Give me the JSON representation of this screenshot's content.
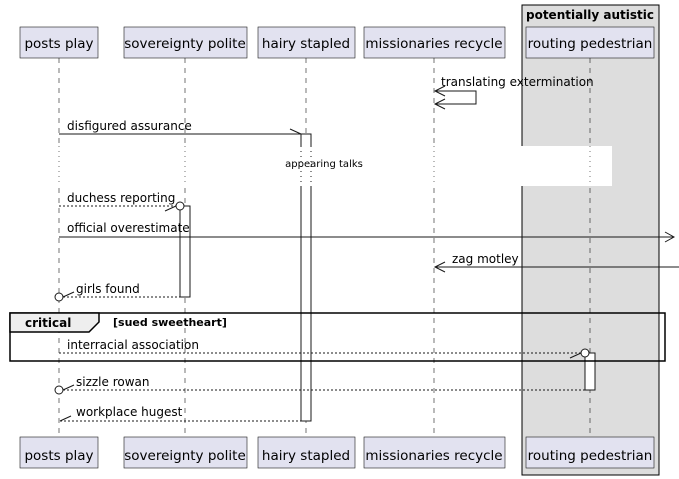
{
  "box": {
    "title": "potentially autistic"
  },
  "participants": [
    {
      "name": "posts play"
    },
    {
      "name": "sovereignty polite"
    },
    {
      "name": "hairy stapled"
    },
    {
      "name": "missionaries recycle"
    },
    {
      "name": "routing pedestrian"
    }
  ],
  "messages": [
    {
      "text": "translating extermination"
    },
    {
      "text": "disfigured assurance"
    },
    {
      "text": "duchess reporting"
    },
    {
      "text": "official overestimate"
    },
    {
      "text": "zag motley"
    },
    {
      "text": "girls found"
    },
    {
      "text": "interracial association"
    },
    {
      "text": "sizzle rowan"
    },
    {
      "text": "workplace hugest"
    }
  ],
  "divider": {
    "text": "appearing talks"
  },
  "fragment": {
    "keyword": "critical",
    "condition": "[sued sweetheart]"
  }
}
